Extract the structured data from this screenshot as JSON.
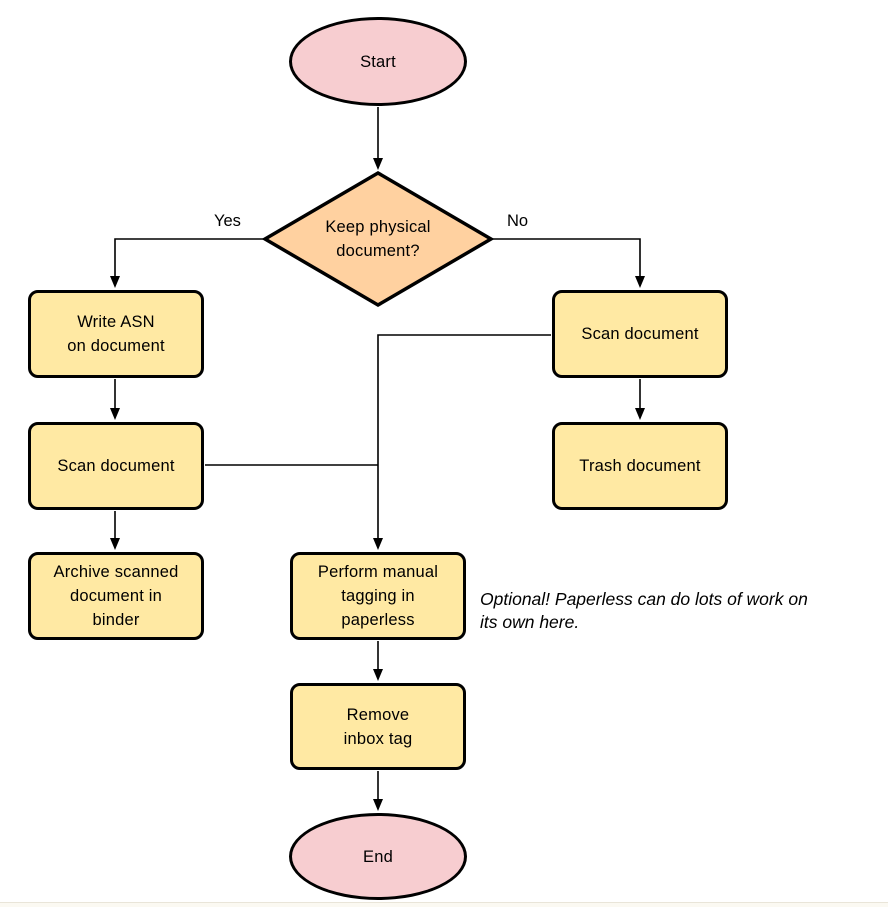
{
  "colors": {
    "terminal_fill": "#f7cdd0",
    "decision_fill": "#ffd1a0",
    "process_fill": "#ffe9a3",
    "stroke": "#000000",
    "line": "#000000"
  },
  "nodes": {
    "start": {
      "label": "Start",
      "type": "terminal"
    },
    "decision": {
      "label": "Keep physical\ndocument?",
      "type": "decision"
    },
    "write_asn": {
      "label": "Write ASN\non document",
      "type": "process"
    },
    "scan_left": {
      "label": "Scan document",
      "type": "process"
    },
    "archive": {
      "label": "Archive scanned\ndocument in\nbinder",
      "type": "process"
    },
    "scan_right": {
      "label": "Scan document",
      "type": "process"
    },
    "trash": {
      "label": "Trash document",
      "type": "process"
    },
    "tagging": {
      "label": "Perform manual\ntagging in\npaperless",
      "type": "process"
    },
    "remove_inbox": {
      "label": "Remove\ninbox tag",
      "type": "process"
    },
    "end": {
      "label": "End",
      "type": "terminal"
    }
  },
  "edge_labels": {
    "yes": "Yes",
    "no": "No"
  },
  "edges": [
    {
      "from": "start",
      "to": "decision",
      "label": ""
    },
    {
      "from": "decision",
      "to": "write_asn",
      "label": "Yes"
    },
    {
      "from": "decision",
      "to": "scan_right",
      "label": "No"
    },
    {
      "from": "write_asn",
      "to": "scan_left",
      "label": ""
    },
    {
      "from": "scan_left",
      "to": "archive",
      "label": ""
    },
    {
      "from": "scan_left",
      "to": "tagging",
      "label": ""
    },
    {
      "from": "scan_right",
      "to": "trash",
      "label": ""
    },
    {
      "from": "scan_right",
      "to": "tagging",
      "label": ""
    },
    {
      "from": "tagging",
      "to": "remove_inbox",
      "label": ""
    },
    {
      "from": "remove_inbox",
      "to": "end",
      "label": ""
    }
  ],
  "annotation": {
    "text": "Optional! Paperless can do lots of work on\nits own here."
  }
}
